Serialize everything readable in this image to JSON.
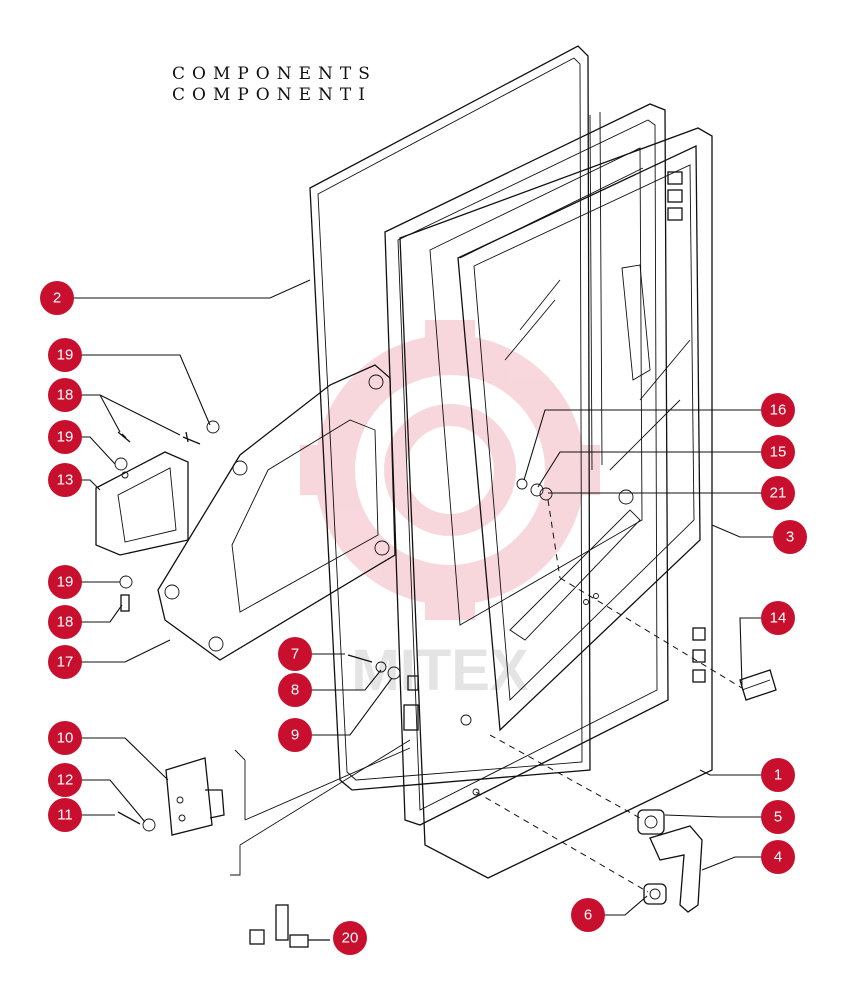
{
  "title": {
    "line1": "COMPONENTS",
    "line2": "COMPONENTI"
  },
  "colors": {
    "accent": "#c8102e",
    "stroke": "#111111",
    "watermark": "#f2b8bf"
  },
  "watermark_text": "MITEX",
  "callouts": [
    {
      "id": "1",
      "label": "1"
    },
    {
      "id": "2",
      "label": "2"
    },
    {
      "id": "3",
      "label": "3"
    },
    {
      "id": "4",
      "label": "4"
    },
    {
      "id": "5",
      "label": "5"
    },
    {
      "id": "6",
      "label": "6"
    },
    {
      "id": "7",
      "label": "7"
    },
    {
      "id": "8",
      "label": "8"
    },
    {
      "id": "9",
      "label": "9"
    },
    {
      "id": "10",
      "label": "10"
    },
    {
      "id": "11",
      "label": "11"
    },
    {
      "id": "12",
      "label": "12"
    },
    {
      "id": "13",
      "label": "13"
    },
    {
      "id": "14",
      "label": "14"
    },
    {
      "id": "15",
      "label": "15"
    },
    {
      "id": "16",
      "label": "16"
    },
    {
      "id": "17",
      "label": "17"
    },
    {
      "id": "18a",
      "label": "18"
    },
    {
      "id": "18b",
      "label": "18"
    },
    {
      "id": "19a",
      "label": "19"
    },
    {
      "id": "19b",
      "label": "19"
    },
    {
      "id": "19c",
      "label": "19"
    },
    {
      "id": "20",
      "label": "20"
    },
    {
      "id": "21",
      "label": "21"
    }
  ]
}
